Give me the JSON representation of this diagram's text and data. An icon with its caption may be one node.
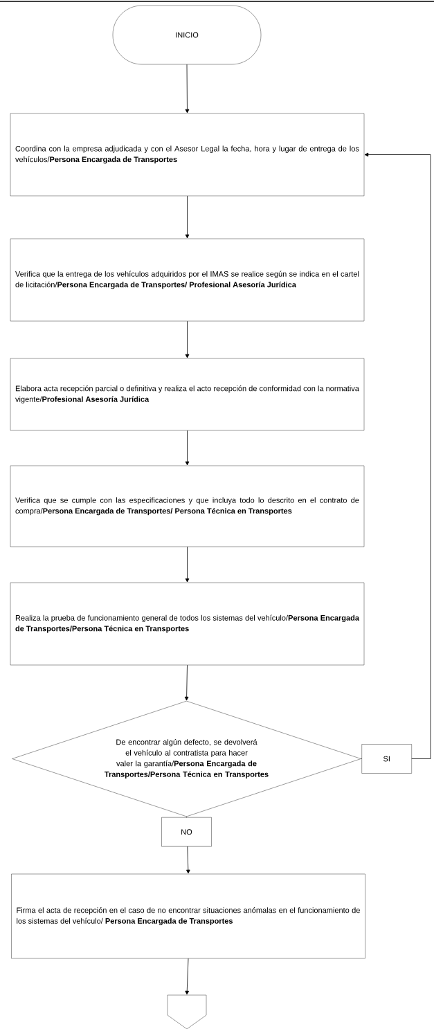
{
  "diagram": {
    "nodes": [
      {
        "text": [
          "INICIO"
        ]
      },
      {
        "text": [
          "Coordina con la empresa adjudicada y con el Asesor Legal la fecha, hora y lugar de entrega de los vehículos/**Persona Encargada de Transportes**"
        ]
      },
      {
        "text": [
          "Verifica que la entrega de los vehículos adquiridos por el IMAS se realice según se indica en el cartel de licitación/**Persona Encargada de Transportes/ Profesional Asesoría Jurídica**"
        ]
      },
      {
        "text": [
          "Elabora acta recepción parcial o definitiva y realiza el acto recepción de conformidad con la normativa vigente/**Profesional Asesoría Jurídica**"
        ]
      },
      {
        "text": [
          "Verifica que se cumple con las especificaciones y que incluya todo lo descrito en el contrato de compra/**Persona Encargada de Transportes/ Persona Técnica en Transportes**"
        ]
      },
      {
        "text": [
          "Realiza la prueba de funcionamiento general de todos los sistemas del vehículo/**Persona Encargada de Transportes/Persona Técnica en Transportes**"
        ]
      },
      {
        "text": [
          "De encontrar algún defecto, se devolverá el vehículo al contratista para hacer valer la garantía/**Persona Encargada de Transportes/Persona Técnica en Transportes**"
        ]
      },
      {
        "text": [
          "Firma el acta de recepción en el caso de no encontrar situaciones anómalas en el funcionamiento de los sistemas del vehículo/ **Persona Encargada de Transportes**"
        ]
      },
      {
        "text": [],
        "shape": "pentagon"
      }
    ],
    "edges": [
      {
        "from": 0,
        "to": 1,
        "arrow": "to"
      },
      {
        "from": 1,
        "to": 2,
        "arrow": "to"
      },
      {
        "from": 2,
        "to": 3,
        "arrow": "to"
      },
      {
        "from": 3,
        "to": 4,
        "arrow": "to"
      },
      {
        "from": 4,
        "to": 5,
        "arrow": "to"
      },
      {
        "from": 5,
        "to": 6,
        "arrow": "to"
      },
      {
        "from": 6,
        "to": 1,
        "label": "SI",
        "arrow": "to"
      },
      {
        "from": 6,
        "to": 7,
        "label": "NO",
        "arrow": "to"
      },
      {
        "from": 7,
        "to": 8,
        "arrow": "to"
      }
    ]
  }
}
